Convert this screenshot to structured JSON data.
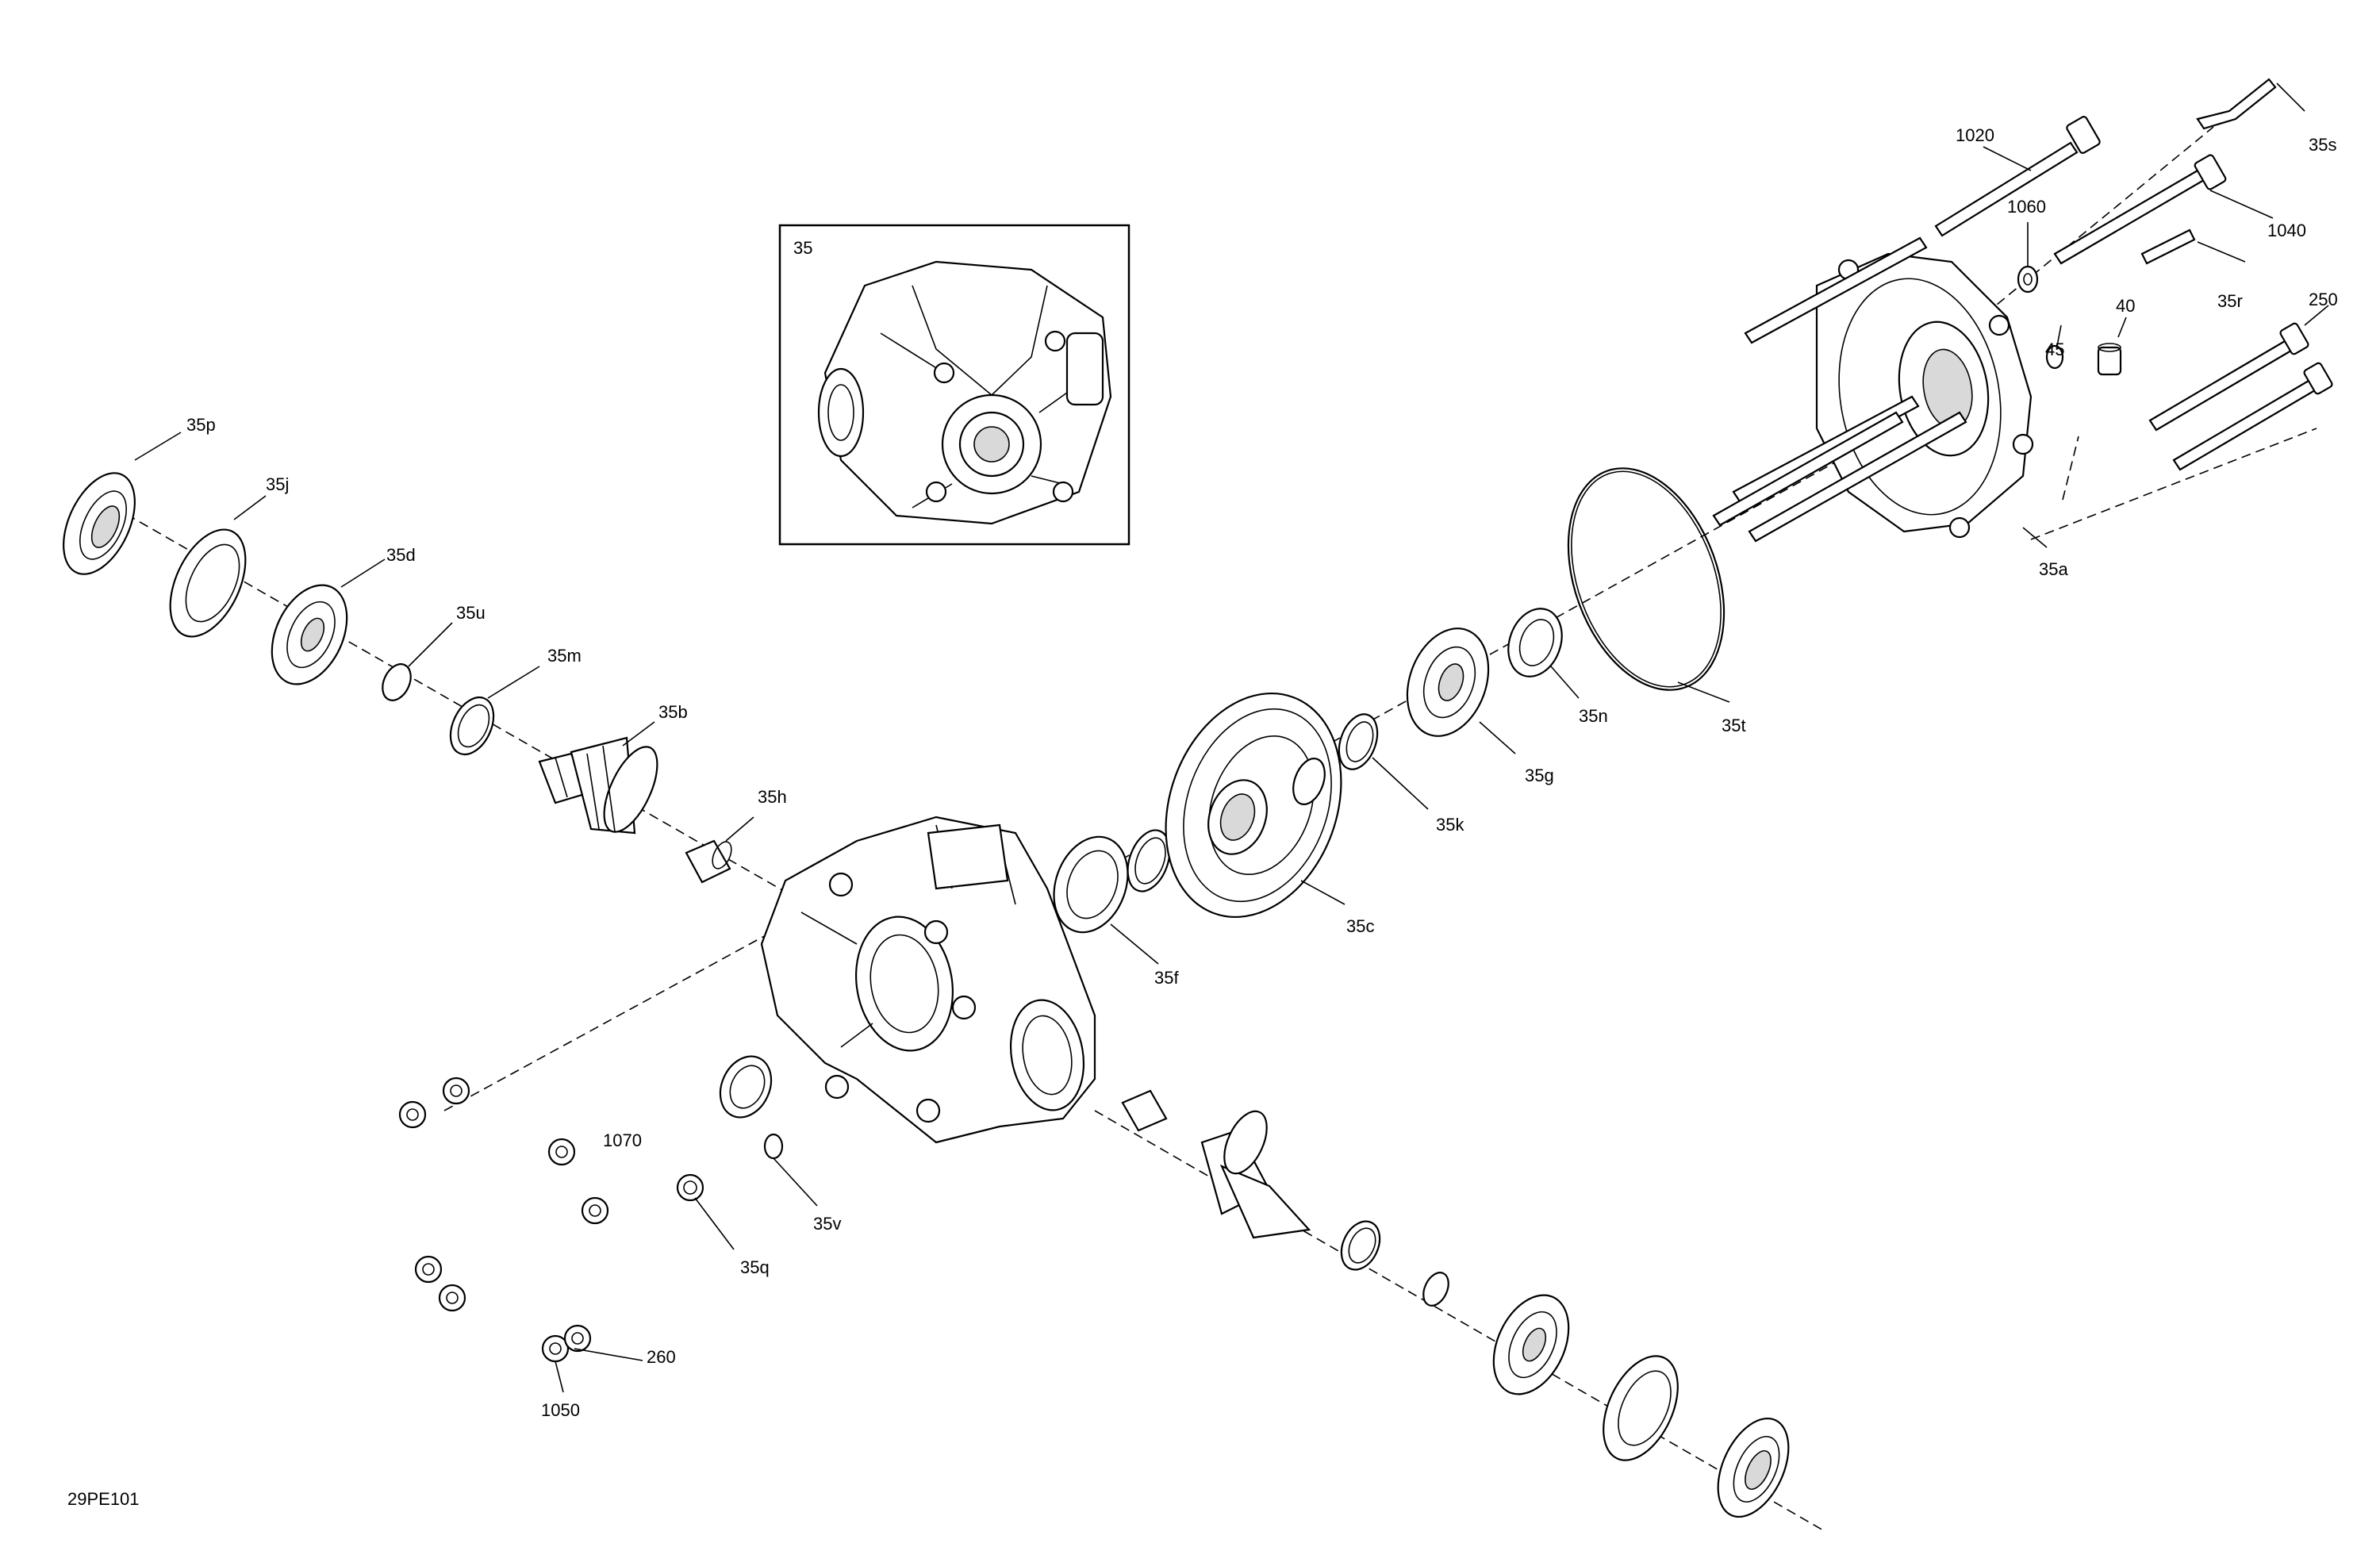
{
  "drawing_id": "29PE101",
  "inset": {
    "label": "35"
  },
  "callouts": {
    "c35p": "35p",
    "c35j": "35j",
    "c35d": "35d",
    "c35u": "35u",
    "c35m": "35m",
    "c35b": "35b",
    "c35h": "35h",
    "c35f": "35f",
    "c35c": "35c",
    "c35k": "35k",
    "c35g": "35g",
    "c35n": "35n",
    "c35t": "35t",
    "c35a": "35a",
    "c35s": "35s",
    "c1020": "1020",
    "c1060": "1060",
    "c1040": "1040",
    "c35r": "35r",
    "c40": "40",
    "c45": "45",
    "c250": "250",
    "c1070": "1070",
    "c35v": "35v",
    "c35q": "35q",
    "c260": "260",
    "c1050": "1050"
  }
}
